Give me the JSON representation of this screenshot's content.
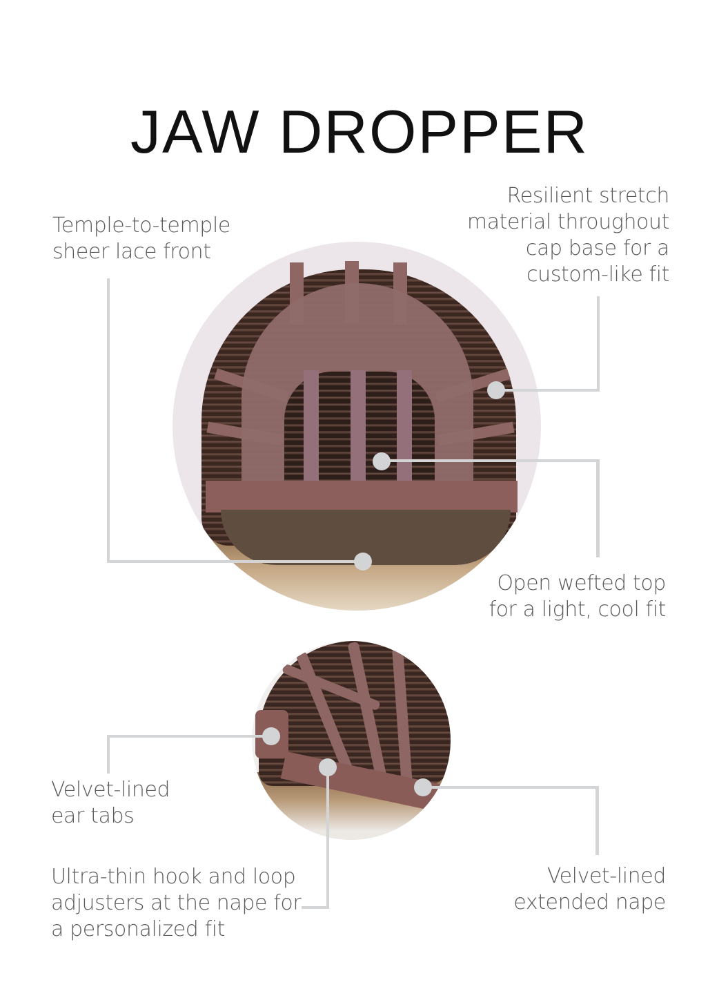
{
  "page": {
    "title": "JAW DROPPER"
  },
  "callouts": {
    "lace_front": {
      "line1": "Temple-to-temple",
      "line2": "sheer lace front"
    },
    "stretch_material": {
      "line1": "Resilient stretch",
      "line2": "material throughout",
      "line3": "cap base for a",
      "line4": "custom-like fit"
    },
    "open_wefted": {
      "line1": "Open wefted top",
      "line2": "for a light, cool fit"
    },
    "ear_tabs": {
      "line1": "Velvet-lined",
      "line2": "ear tabs"
    },
    "adjusters": {
      "line1": "Ultra-thin hook and loop",
      "line2": "adjusters at the nape for",
      "line3": "a personalized fit"
    },
    "extended_nape": {
      "line1": "Velvet-lined",
      "line2": "extended nape"
    }
  },
  "images": {
    "top": "wig-cap-interior-front-view",
    "bottom": "wig-cap-interior-nape-view"
  },
  "colors": {
    "title": "#111111",
    "label_text": "#5b5b5b",
    "connector": "#d3d4d6",
    "cap_velvet": "#8c5f5c",
    "circle_bg": "#ece6ea"
  }
}
